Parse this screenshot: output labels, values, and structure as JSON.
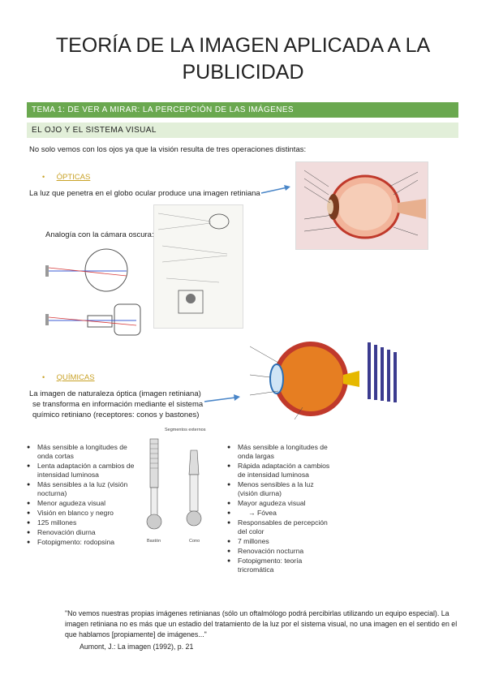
{
  "doc_title": "TEORÍA DE LA IMAGEN APLICADA A LA PUBLICIDAD",
  "section_title": "TEMA 1: DE VER A MIRAR: LA PERCEPCIÓN DE LAS IMÁGENES",
  "subsection_title": "EL OJO Y EL SISTEMA VISUAL",
  "intro": "No solo vemos con los ojos ya que la visión resulta de tres operaciones distintas:",
  "optics": {
    "heading": "ÓPTICAS",
    "text": "La luz que penetra en el globo ocular produce una imagen retiniana",
    "camera": "Analogía con la cámara oscura:"
  },
  "chemical": {
    "heading": "QUÍMICAS",
    "text1": "La imagen de naturaleza óptica (imagen retiniana)",
    "text2": "se transforma en información mediante el sistema",
    "text3": "químico retiniano (receptores: conos y bastones)"
  },
  "rods_list": [
    "Más sensible a longitudes de onda cortas",
    "Lenta adaptación a cambios de intensidad luminosa",
    "Más sensibles a la luz (visión nocturna)",
    "Menor agudeza visual",
    "Visión en blanco y negro",
    "125 millones",
    "Renovación diurna",
    "Fotopigmento: rodopsina"
  ],
  "cones_list": [
    "Más sensible a longitudes de onda largas",
    "Rápida adaptación a cambios de intensidad luminosa",
    "Menos sensibles a la luz (visión diurna)",
    "Mayor agudeza visual",
    "→ Fóvea",
    "Responsables de percepción del color",
    "7 millones",
    "Renovación nocturna",
    "Fotopigmento: teoría tricromática"
  ],
  "receptor_labels": {
    "rod": "Bastón",
    "cone": "Cono",
    "top": "Segmentos externos"
  },
  "quote": "\"No vemos nuestras propias imágenes retinianas (sólo un oftalmólogo podrá percibirlas utilizando un equipo especial). La imagen retiniana no es más que un estadio del tratamiento de la luz por el sistema visual, no una imagen en el sentido en el que hablamos [propiamente] de imágenes...\"",
  "citation": "Aumont, J.: La imagen (1992), p. 21",
  "colors": {
    "green_bar": "#6aa84f",
    "light_bar": "#e2efd9",
    "accent": "#c9a227",
    "arrow": "#4a86c8"
  }
}
